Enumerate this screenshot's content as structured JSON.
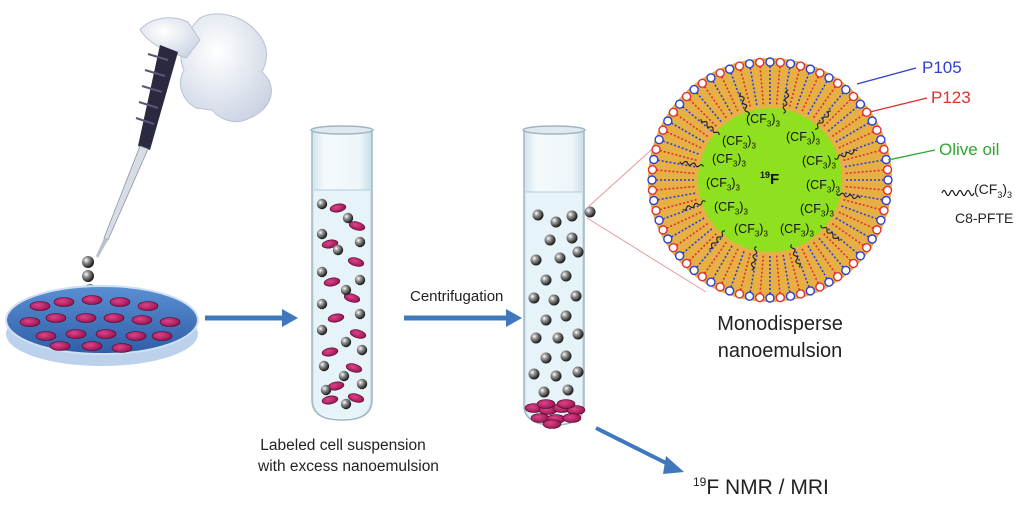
{
  "labels": {
    "centrifugation": "Centrifugation",
    "suspension_line1": "Labeled cell suspension",
    "suspension_line2": "with  excess nanoemulsion",
    "nanoemulsion_line1": "Monodisperse",
    "nanoemulsion_line2": "nanoemulsion",
    "nmr_sup": "19",
    "nmr_text": "F NMR / MRI",
    "p105": "P105",
    "p123": "P123",
    "olive_oil": "Olive oil",
    "c8_pfte": "C8-PFTE",
    "cf3_group": "(CF",
    "cf3_sub": "3",
    "core_sup": "19",
    "core_text": "F"
  },
  "colors": {
    "arrow": "#3f78bd",
    "p105": "#2d3fd6",
    "p123": "#e03030",
    "olive_oil": "#2ea82e",
    "core": "#8fe01e",
    "shell": "#e8b24a",
    "cell": "#c2185b",
    "dish": "#3d6fb8",
    "glove": "#e9eef6",
    "pipette_grip": "#2b2940"
  },
  "icons": [
    "glove-hand-icon",
    "pipette-icon",
    "petri-dish-icon",
    "test-tube-icon",
    "nanoemulsion-droplet-icon"
  ]
}
